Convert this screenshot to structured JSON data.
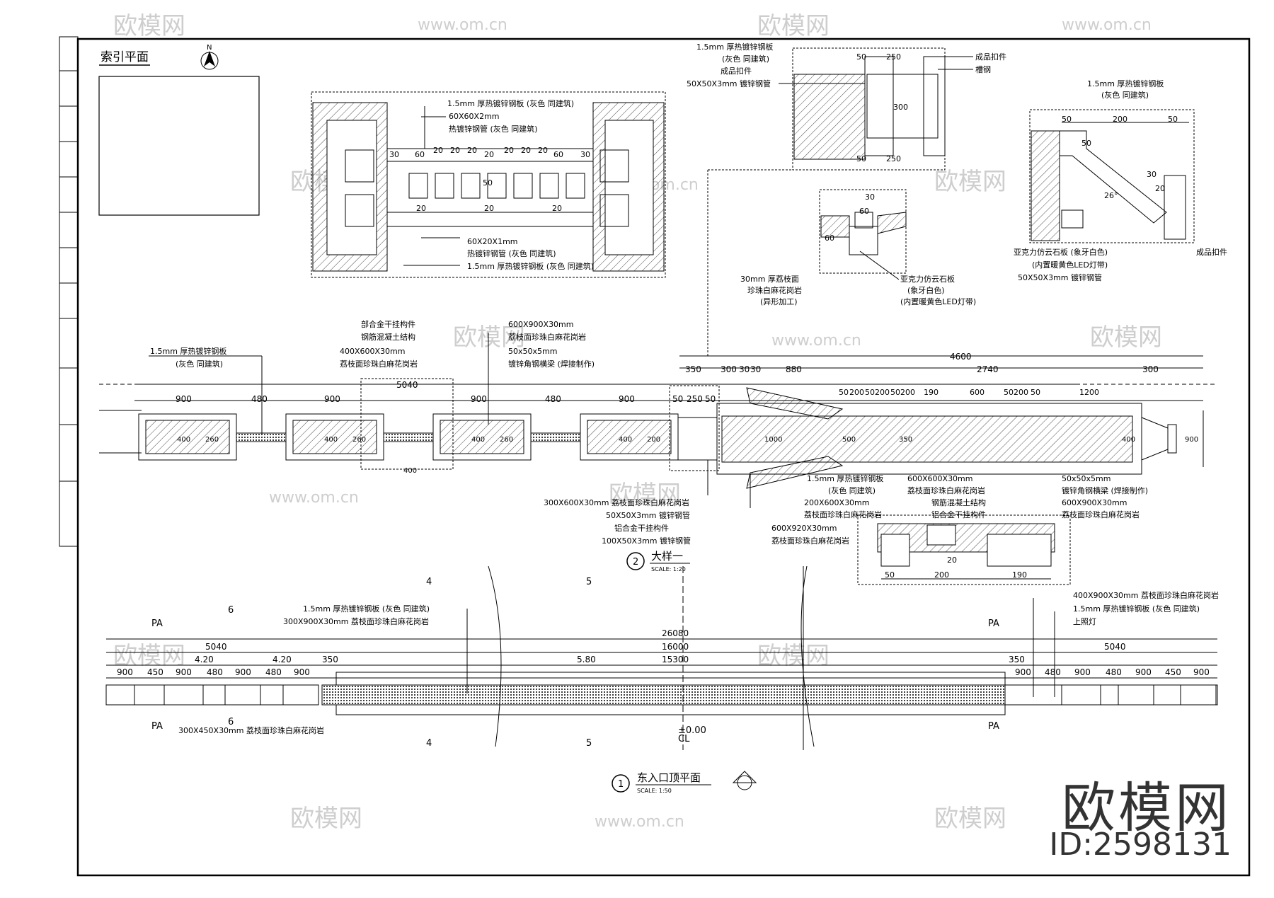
{
  "watermark": {
    "brand": "欧模网",
    "url": "www.om.cn",
    "id": "ID:2598131"
  },
  "index_plan": {
    "title": "索引平面",
    "north": "N"
  },
  "detail_top_left": {
    "notes": [
      "1.5mm 厚热镀锌钢板 (灰色 同建筑)",
      "60X60X2mm",
      "热镀锌钢管 (灰色 同建筑)",
      "60X20X1mm",
      "热镀锌钢管 (灰色 同建筑)",
      "1.5mm 厚热镀锌钢板 (灰色 同建筑)"
    ],
    "dims": [
      "30",
      "60",
      "20",
      "20",
      "20",
      "20",
      "20",
      "20",
      "20",
      "30",
      "60",
      "50",
      "20",
      "20",
      "20"
    ]
  },
  "detail_top_mid": {
    "notes": [
      "1.5mm 厚热镀锌钢板",
      "(灰色 同建筑)",
      "成品扣件",
      "50X50X3mm 镀锌钢管",
      "成品扣件",
      "槽钢"
    ],
    "dims": [
      "50",
      "250",
      "300",
      "50",
      "250"
    ]
  },
  "detail_mid_small": {
    "notes": [
      "30mm 厚荔枝面",
      "珍珠白麻花岗岩",
      "(异形加工)",
      "亚克力仿云石板",
      "(象牙白色)",
      "(内置暖黄色LED灯带)"
    ],
    "dims": [
      "30",
      "60",
      "60"
    ]
  },
  "detail_top_right": {
    "notes": [
      "1.5mm 厚热镀锌钢板",
      "(灰色 同建筑)",
      "亚克力仿云石板 (象牙白色)",
      "(内置暖黄色LED灯带)",
      "50X50X3mm 镀锌钢管",
      "成品扣件"
    ],
    "dims": [
      "50",
      "200",
      "50",
      "50",
      "30",
      "20",
      "26°"
    ]
  },
  "plan_detail": {
    "title": "大样一",
    "number": "2",
    "scale": "SCALE: 1:20",
    "notes_left": [
      "部合金干挂构件",
      "钢筋混凝土结构",
      "400X600X30mm",
      "荔枝面珍珠白麻花岗岩",
      "1.5mm 厚热镀锌钢板",
      "(灰色 同建筑)"
    ],
    "notes_mid": [
      "600X900X30mm",
      "荔枝面珍珠白麻花岗岩",
      "50x50x5mm",
      "镀锌角钢横梁 (焊接制作)"
    ],
    "notes_bottom": [
      "300X600X30mm 荔枝面珍珠白麻花岗岩",
      "50X50X3mm 镀锌钢管",
      "铝合金干挂构件",
      "100X50X3mm 镀锌钢管",
      "600X920X30mm",
      "荔枝面珍珠白麻花岗岩"
    ],
    "notes_right": [
      "1.5mm 厚热镀锌钢板",
      "(灰色 同建筑)",
      "600X600X30mm",
      "荔枝面珍珠白麻花岗岩",
      "200X600X30mm",
      "荔枝面珍珠白麻花岗岩",
      "钢筋混凝土结构",
      "铝合金干挂构件",
      "50x50x5mm",
      "镀锌角钢横梁 (焊接制作)",
      "600X900X30mm",
      "荔枝面珍珠白麻花岗岩"
    ],
    "dims_top": [
      "900",
      "480",
      "900",
      "5040",
      "900",
      "480",
      "900",
      "350",
      "300",
      "30",
      "30",
      "880",
      "4600",
      "2740",
      "300",
      "50",
      "250",
      "50"
    ],
    "dims_row": [
      "50",
      "200",
      "50",
      "200",
      "50",
      "200",
      "190",
      "600",
      "50",
      "200",
      "50",
      "1200"
    ],
    "dims_inner": [
      "400",
      "260",
      "400",
      "260",
      "400",
      "260",
      "400",
      "200",
      "1000",
      "500",
      "350",
      "400",
      "900",
      "400"
    ],
    "sub_dims": [
      "50",
      "200",
      "190",
      "20"
    ]
  },
  "roof_plan": {
    "title": "东入口顶平面",
    "number": "1",
    "scale": "SCALE: 1:50",
    "notes_top": [
      "1.5mm 厚热镀锌钢板 (灰色 同建筑)",
      "300X900X30mm 荔枝面珍珠白麻花岗岩",
      "400X900X30mm 荔枝面珍珠白麻花岗岩",
      "1.5mm 厚热镀锌钢板 (灰色 同建筑)",
      "上照灯"
    ],
    "notes_bottom": [
      "300X450X30mm 荔枝面珍珠白麻花岗岩"
    ],
    "dims": [
      "26080",
      "16000",
      "15300",
      "5040",
      "5040",
      "4.20",
      "4.20",
      "5.80",
      "350",
      "350",
      "900",
      "450",
      "900",
      "480",
      "900",
      "480",
      "900",
      "900",
      "480",
      "900",
      "480",
      "900",
      "450",
      "900"
    ],
    "markers": [
      "PA",
      "PA",
      "PA",
      "PA",
      "4",
      "4",
      "5",
      "5",
      "6",
      "6"
    ],
    "level": "±0.00",
    "cl": "CL"
  }
}
